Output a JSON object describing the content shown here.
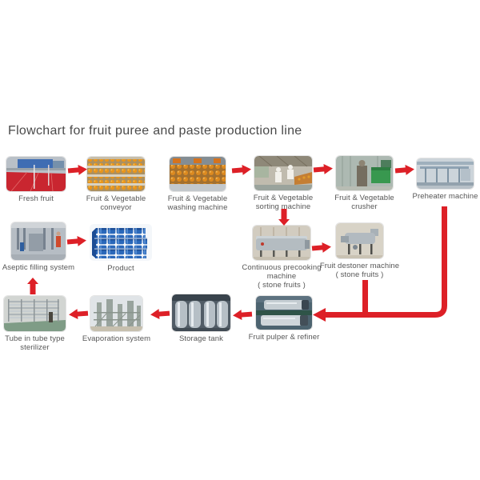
{
  "title": "Flowchart for fruit puree and paste production line",
  "colors": {
    "arrow": "#dd2027",
    "title_text": "#4a4a4a",
    "label_text": "#565656"
  },
  "nodes": {
    "fresh_fruit": {
      "lines": [
        "Fresh fruit"
      ]
    },
    "conveyor": {
      "lines": [
        "Fruit & Vegetable",
        "conveyor"
      ]
    },
    "washing": {
      "lines": [
        "Fruit & Vegetable",
        "washing machine"
      ]
    },
    "sorting": {
      "lines": [
        "Fruit & Vegetable",
        "sorting machine"
      ]
    },
    "crusher": {
      "lines": [
        "Fruit & Vegetable",
        "crusher"
      ]
    },
    "preheater": {
      "lines": [
        "Preheater machine"
      ]
    },
    "aseptic": {
      "lines": [
        "Aseptic filling system"
      ]
    },
    "product": {
      "lines": [
        "Product"
      ]
    },
    "precooking": {
      "lines": [
        "Continuous precooking",
        "machine",
        "( stone fruits )"
      ]
    },
    "destoner": {
      "lines": [
        "Fruit destoner machine",
        "( stone fruits )"
      ]
    },
    "sterilizer": {
      "lines": [
        "Tube in tube type",
        "sterilizer"
      ]
    },
    "evaporation": {
      "lines": [
        "Evaporation system"
      ]
    },
    "storage": {
      "lines": [
        "Storage tank"
      ]
    },
    "pulper": {
      "lines": [
        "Fruit pulper & refiner"
      ]
    }
  }
}
